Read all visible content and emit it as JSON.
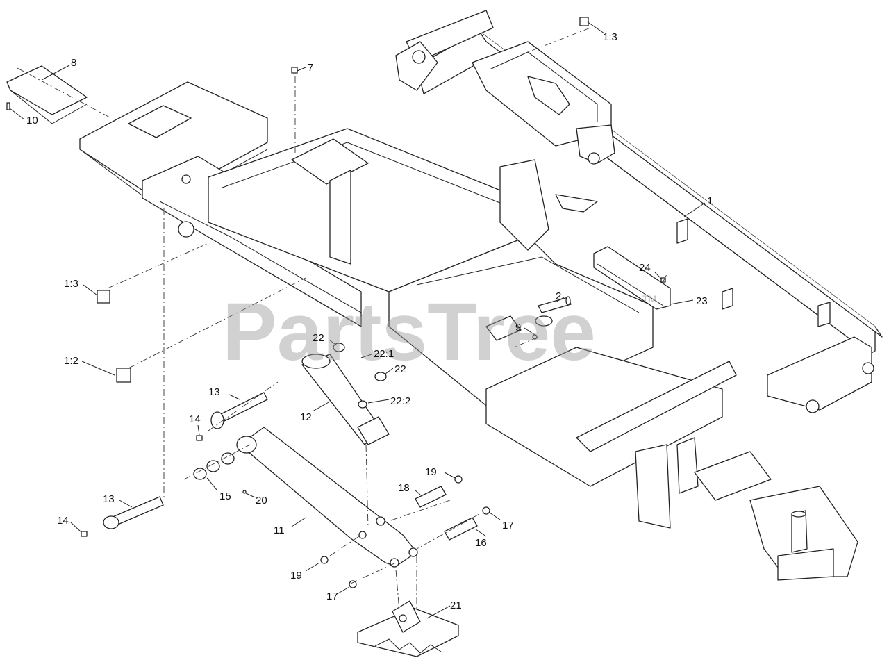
{
  "watermark": {
    "text": "PartsTree",
    "trademark": "TM"
  },
  "callouts": [
    {
      "id": "c-1-3-top",
      "label": "1:3"
    },
    {
      "id": "c-8",
      "label": "8"
    },
    {
      "id": "c-7",
      "label": "7"
    },
    {
      "id": "c-10",
      "label": "10"
    },
    {
      "id": "c-1",
      "label": "1"
    },
    {
      "id": "c-24",
      "label": "24"
    },
    {
      "id": "c-1-3-left",
      "label": "1:3"
    },
    {
      "id": "c-2",
      "label": "2"
    },
    {
      "id": "c-23",
      "label": "23"
    },
    {
      "id": "c-9",
      "label": "9"
    },
    {
      "id": "c-22-a",
      "label": "22"
    },
    {
      "id": "c-22-1",
      "label": "22:1"
    },
    {
      "id": "c-1-2",
      "label": "1:2"
    },
    {
      "id": "c-22-b",
      "label": "22"
    },
    {
      "id": "c-22-2",
      "label": "22:2"
    },
    {
      "id": "c-13-a",
      "label": "13"
    },
    {
      "id": "c-12",
      "label": "12"
    },
    {
      "id": "c-14-a",
      "label": "14"
    },
    {
      "id": "c-19-a",
      "label": "19"
    },
    {
      "id": "c-18",
      "label": "18"
    },
    {
      "id": "c-15",
      "label": "15"
    },
    {
      "id": "c-20",
      "label": "20"
    },
    {
      "id": "c-13-b",
      "label": "13"
    },
    {
      "id": "c-17-a",
      "label": "17"
    },
    {
      "id": "c-14-b",
      "label": "14"
    },
    {
      "id": "c-11",
      "label": "11"
    },
    {
      "id": "c-16",
      "label": "16"
    },
    {
      "id": "c-19-b",
      "label": "19"
    },
    {
      "id": "c-17-b",
      "label": "17"
    },
    {
      "id": "c-21",
      "label": "21"
    }
  ]
}
